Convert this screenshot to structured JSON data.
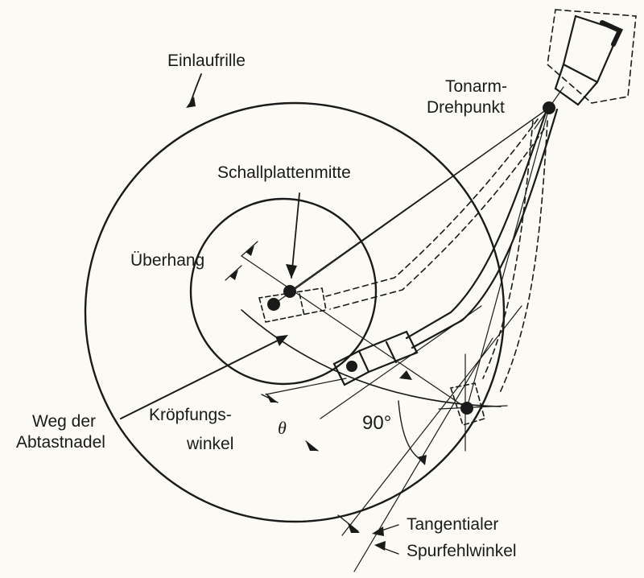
{
  "labels": {
    "einlaufrille": "Einlaufrille",
    "tonarm_line1": "Tonarm-",
    "tonarm_line2": "Drehpunkt",
    "schallplattenmitte": "Schallplattenmitte",
    "ueberhang": "Überhang",
    "weg_line1": "Weg der",
    "weg_line2": "Abtastnadel",
    "kroepfung_line1": "Kröpfungs-",
    "kroepfung_line2": "winkel",
    "theta": "θ",
    "ninety": "90°",
    "tangential_line1": "Tangentialer",
    "tangential_line2": "Spurfehlwinkel"
  },
  "colors": {
    "ink": "#1a1a1a",
    "paper": "#fbfaf4"
  }
}
